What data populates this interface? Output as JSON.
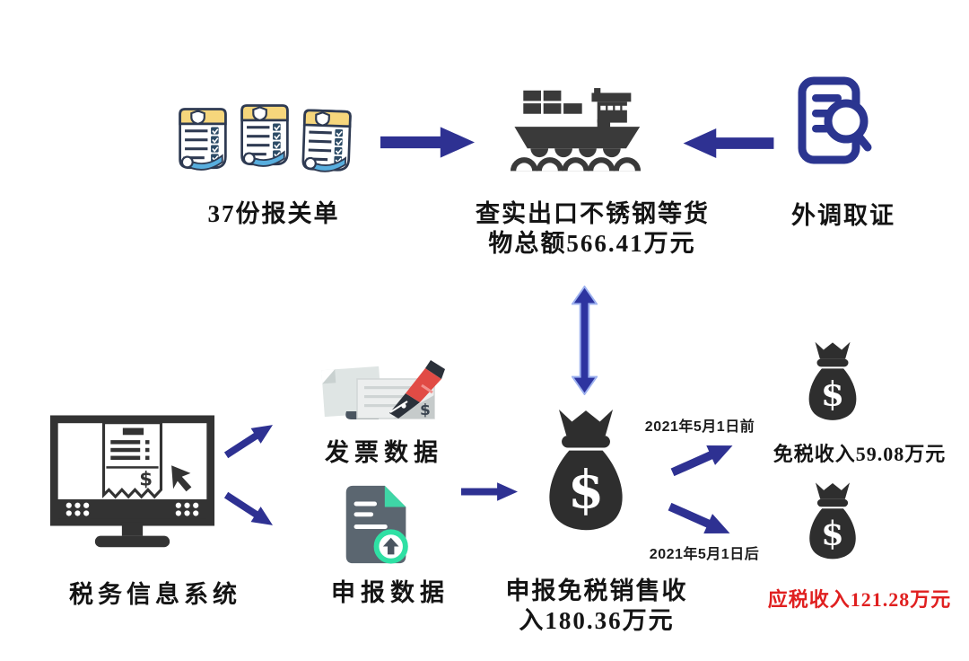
{
  "diagram": {
    "declarations": {
      "label": "37份报关单"
    },
    "ship": {
      "label_line1": "查实出口不锈钢等货",
      "label_line2": "物总额566.41万元"
    },
    "evidence": {
      "label": "外调取证"
    },
    "tax_system": {
      "label": "税务信息系统"
    },
    "invoice_data": {
      "label": "发票数据"
    },
    "declaration_data": {
      "label": "申报数据"
    },
    "reported_income": {
      "label_line1": "申报免税销售收",
      "label_line2": "入180.36万元"
    },
    "branch_before": {
      "label": "2021年5月1日前"
    },
    "branch_after": {
      "label": "2021年5月1日后"
    },
    "exempt_income": {
      "label": "免税收入59.08万元"
    },
    "taxable_income": {
      "label": "应税收入121.28万元"
    },
    "currency_symbol": "$"
  },
  "colors": {
    "arrow_blue": "#2e3192",
    "navy_icon": "#2b3590",
    "dark_icon": "#3a3a3a",
    "taxable_red": "#e02020",
    "teal": "#33d6a4",
    "doc_yellow": "#f6d67c",
    "doc_blue_curl": "#58aede"
  }
}
